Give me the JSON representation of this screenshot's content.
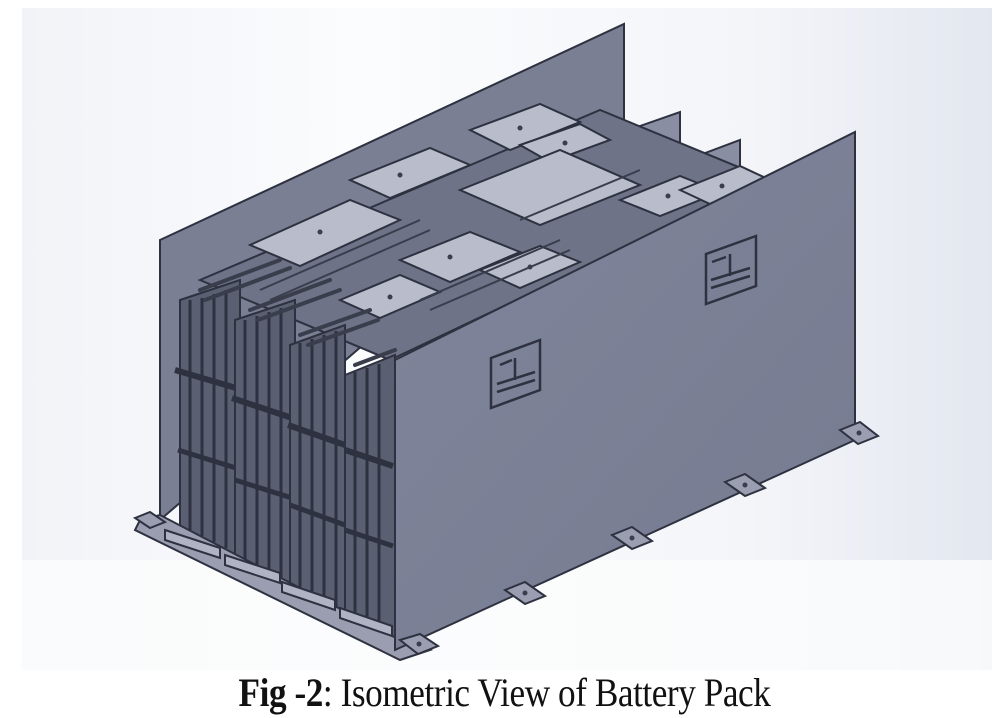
{
  "figure": {
    "caption": {
      "label": "Fig -2",
      "text": ": Isometric View of Battery Pack"
    },
    "image": {
      "subject": "battery-pack-isometric-cad-render",
      "module_count": 4,
      "colors": {
        "background_light": "#f7f8fb",
        "background_tint": "#e4e8f0",
        "panel_face": "#7b8096",
        "panel_edge": "#2e3140",
        "top_plate": "#b9bcca",
        "cell_dark": "#4a4e60"
      }
    }
  }
}
